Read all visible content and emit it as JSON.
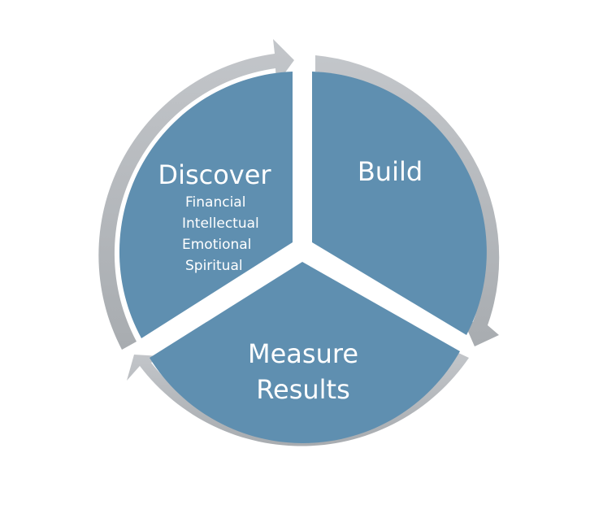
{
  "colors": {
    "segment": "#5f8fb0",
    "ring": "#b9bcc0",
    "ring_dark": "#9ea2a6",
    "background": "#ffffff"
  },
  "segments": {
    "discover": {
      "title": "Discover",
      "items": [
        "Financial",
        "Intellectual",
        "Emotional",
        "Spiritual"
      ]
    },
    "build": {
      "title": "Build"
    },
    "measure": {
      "title_line1": "Measure",
      "title_line2": "Results"
    }
  }
}
